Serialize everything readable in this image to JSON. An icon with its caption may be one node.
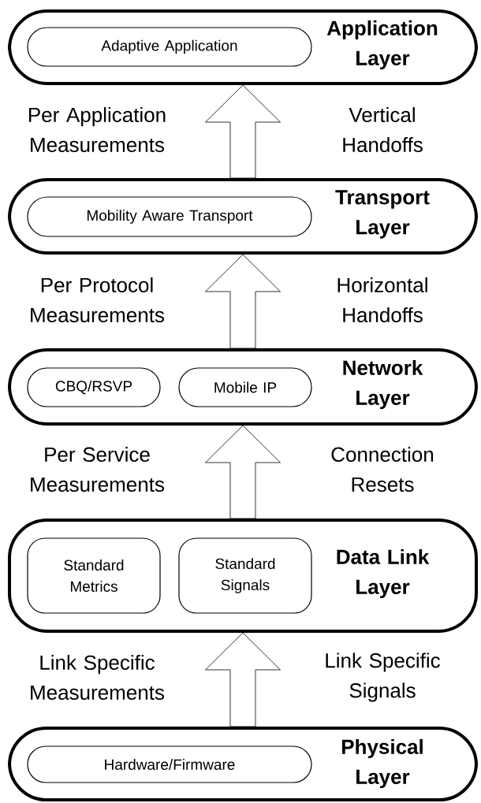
{
  "diagram": {
    "nodes": [
      {
        "text": [
          "Application Layer"
        ]
      },
      {
        "text": [
          "Adaptive Application"
        ],
        "in": 0
      },
      {
        "text": [
          "Transport Layer"
        ]
      },
      {
        "text": [
          "Mobility Aware Transport"
        ],
        "in": 2
      },
      {
        "text": [
          "Network Layer"
        ]
      },
      {
        "text": [
          "CBQ/RSVP"
        ],
        "in": 4
      },
      {
        "text": [
          "Mobile IP"
        ],
        "in": 4
      },
      {
        "text": [
          "Data Link Layer"
        ]
      },
      {
        "text": [
          "Standard Metrics"
        ],
        "in": 7
      },
      {
        "text": [
          "Standard Signals"
        ],
        "in": 7
      },
      {
        "text": [
          "Physical Layer"
        ]
      },
      {
        "text": [
          "Hardware/Firmware"
        ],
        "in": 10
      }
    ],
    "edges": [
      {
        "from": 2,
        "to": 0,
        "arrow": "to"
      },
      {
        "from": 4,
        "to": 2,
        "arrow": "to"
      },
      {
        "from": 7,
        "to": 4,
        "arrow": "to"
      },
      {
        "from": 10,
        "to": 7,
        "arrow": "to"
      }
    ],
    "labels": [
      "Per Application Measurements",
      "Vertical Handoffs",
      "Per Protocol Measurements",
      "Horizontal Handoffs",
      "Per Service Measurements",
      "Connection Resets",
      "Link Specific Measurements",
      "Link Specific Signals"
    ]
  }
}
